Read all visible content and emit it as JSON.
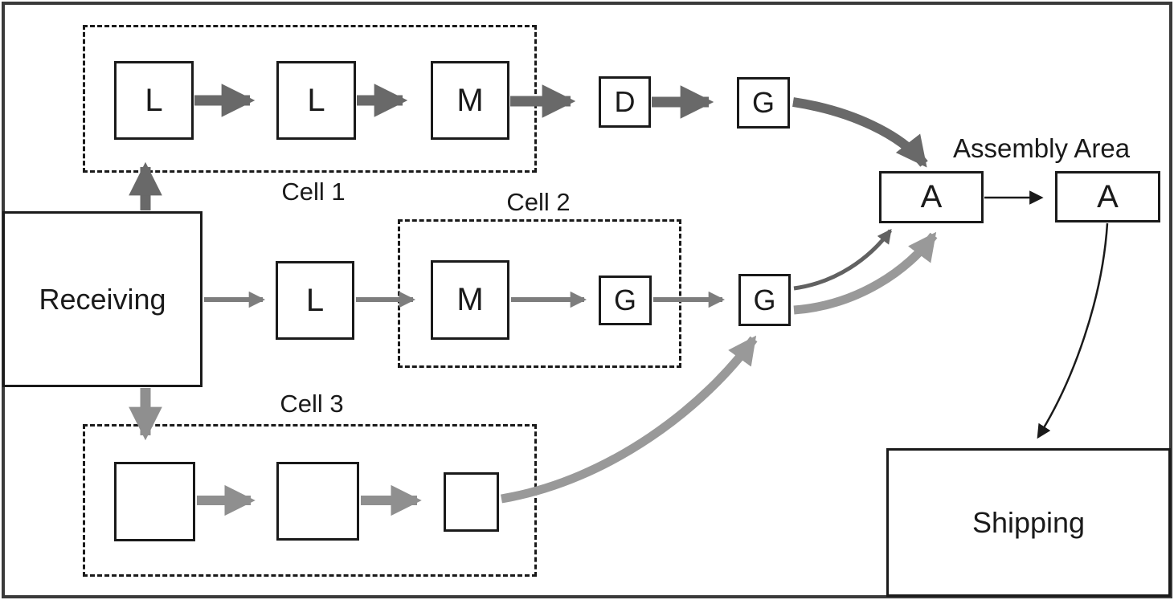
{
  "labels": {
    "receiving": "Receiving",
    "shipping": "Shipping",
    "assembly_area": "Assembly Area",
    "cell1": "Cell 1",
    "cell2": "Cell 2",
    "cell3": "Cell 3"
  },
  "machines": {
    "cell1_lathe1": "L",
    "cell1_lathe2": "L",
    "cell1_mill": "M",
    "drill": "D",
    "grinder_top": "G",
    "mid_lathe": "L",
    "cell2_mill": "M",
    "cell2_grinder": "G",
    "grinder_mid": "G",
    "cell3_box1": "",
    "cell3_box2": "",
    "cell3_box3": "",
    "assembly_station1": "A",
    "assembly_station2": "A"
  },
  "colors": {
    "frame": "#3a3a3a",
    "line": "#1a1a1a",
    "arrow_dark": "#696969",
    "arrow_dark_thin": "#616161",
    "arrow_mid": "#7d7d7d",
    "arrow_light": "#8f8f8f",
    "arrow_lighter": "#999999",
    "arrow_black": "#1a1a1a"
  }
}
